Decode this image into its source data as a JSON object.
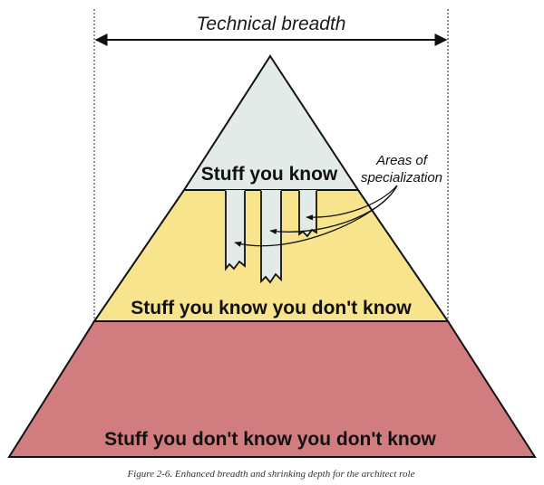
{
  "diagram": {
    "breadth_label": "Technical breadth",
    "layers": {
      "top": {
        "label": "Stuff you know",
        "color": "#e3ebe9"
      },
      "middle": {
        "label": "Stuff you know you don't know",
        "color": "#f7e48c"
      },
      "bottom": {
        "label": "Stuff you don't know you don't know",
        "color": "#d17c7f"
      }
    },
    "annotation": {
      "line1": "Areas of",
      "line2": "specialization"
    },
    "caption": "Figure 2-6. Enhanced breadth and shrinking depth for the architect role"
  }
}
